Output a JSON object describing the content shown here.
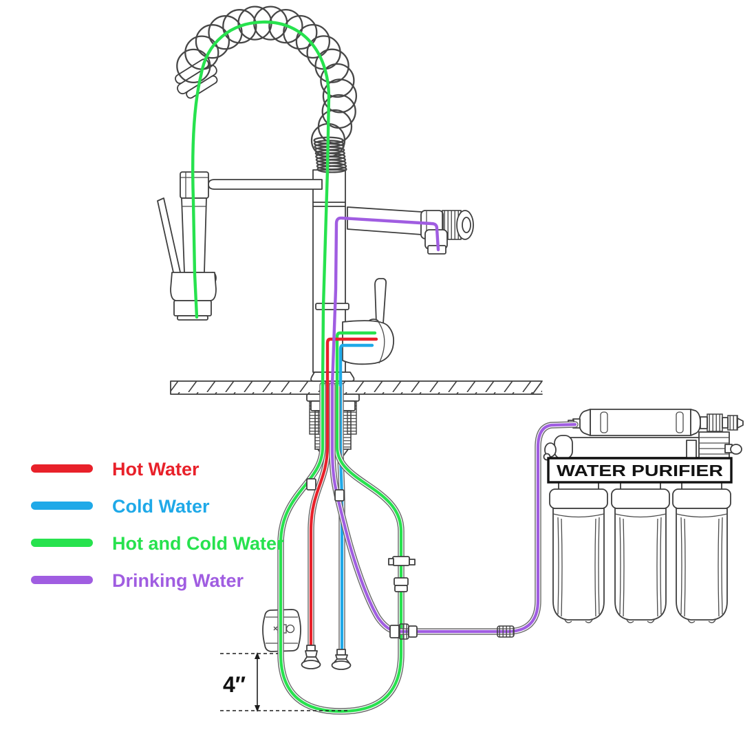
{
  "colors": {
    "hot": "#e8212a",
    "cold": "#1fa9e8",
    "mixed": "#27e24e",
    "drinking": "#a05de1",
    "line_art": "#3e3e3e"
  },
  "legend": {
    "items": [
      {
        "id": "hot",
        "label": "Hot Water",
        "color": "#e8212a"
      },
      {
        "id": "cold",
        "label": "Cold Water",
        "color": "#1fa9e8"
      },
      {
        "id": "mixed",
        "label": "Hot and Cold Water",
        "color": "#27e24e"
      },
      {
        "id": "drinking",
        "label": "Drinking Water",
        "color": "#a05de1"
      }
    ]
  },
  "purifier": {
    "label": "WATER PURIFIER"
  },
  "measurement": {
    "label": "4″"
  }
}
